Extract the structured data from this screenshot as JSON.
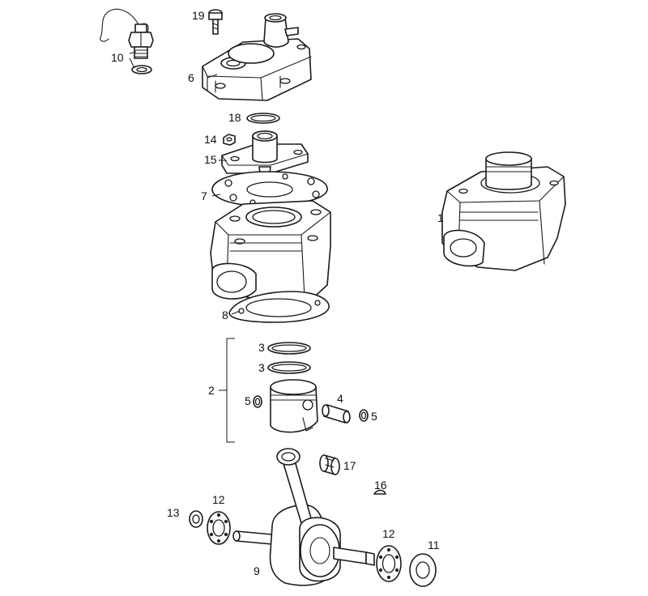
{
  "labels": {
    "n1": "1",
    "n2": "2",
    "n3a": "3",
    "n3b": "3",
    "n4": "4",
    "n5a": "5",
    "n5b": "5",
    "n6": "6",
    "n7": "7",
    "n8": "8",
    "n9": "9",
    "n10": "10",
    "n11": "11",
    "n12a": "12",
    "n12b": "12",
    "n13": "13",
    "n14": "14",
    "n15": "15",
    "n16": "16",
    "n17": "17",
    "n18": "18",
    "n19": "19"
  }
}
